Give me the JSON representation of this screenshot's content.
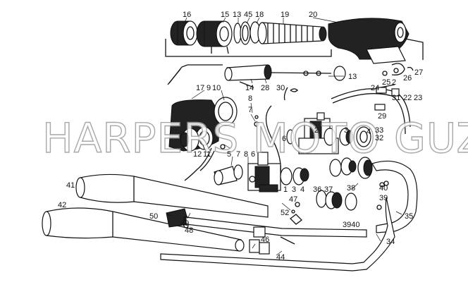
{
  "watermark": "HARPERS MOTO GUZZI©",
  "callouts": {
    "c16": "16",
    "c15": "15",
    "c13a": "13",
    "c45": "45",
    "c18": "18",
    "c19": "19",
    "c20": "20",
    "c13b": "13",
    "c14": "14",
    "c28": "28",
    "c30": "30",
    "c17": "17",
    "c9": "9",
    "c10": "10",
    "c8a": "8",
    "c7a": "7",
    "c25": "25",
    "c2a": "2",
    "c26": "26",
    "c27": "27",
    "c24": "24",
    "c31": "31",
    "c22": "22",
    "c23": "23",
    "c29": "29",
    "c2b": "2",
    "c3a": "3",
    "c4a": "4",
    "c33": "33",
    "c32": "32",
    "c6a": "6",
    "c12": "12",
    "c11": "11",
    "c5": "5",
    "c7b": "7",
    "c8b": "8",
    "c6b": "6",
    "c1": "1",
    "c3b": "3",
    "c4b": "4",
    "c41": "41",
    "c42": "42",
    "c50": "50",
    "c49": "49",
    "c48": "48",
    "c47": "47",
    "c52": "52",
    "c36": "36",
    "c37": "37",
    "c38": "38",
    "c40a": "40",
    "c39a": "39",
    "c3940": "3940",
    "c35": "35",
    "c34": "34",
    "c46": "46",
    "c44": "44"
  },
  "colors": {
    "ink": "#111111",
    "watermark_outline": "#9a9a9a",
    "background": "#ffffff"
  }
}
